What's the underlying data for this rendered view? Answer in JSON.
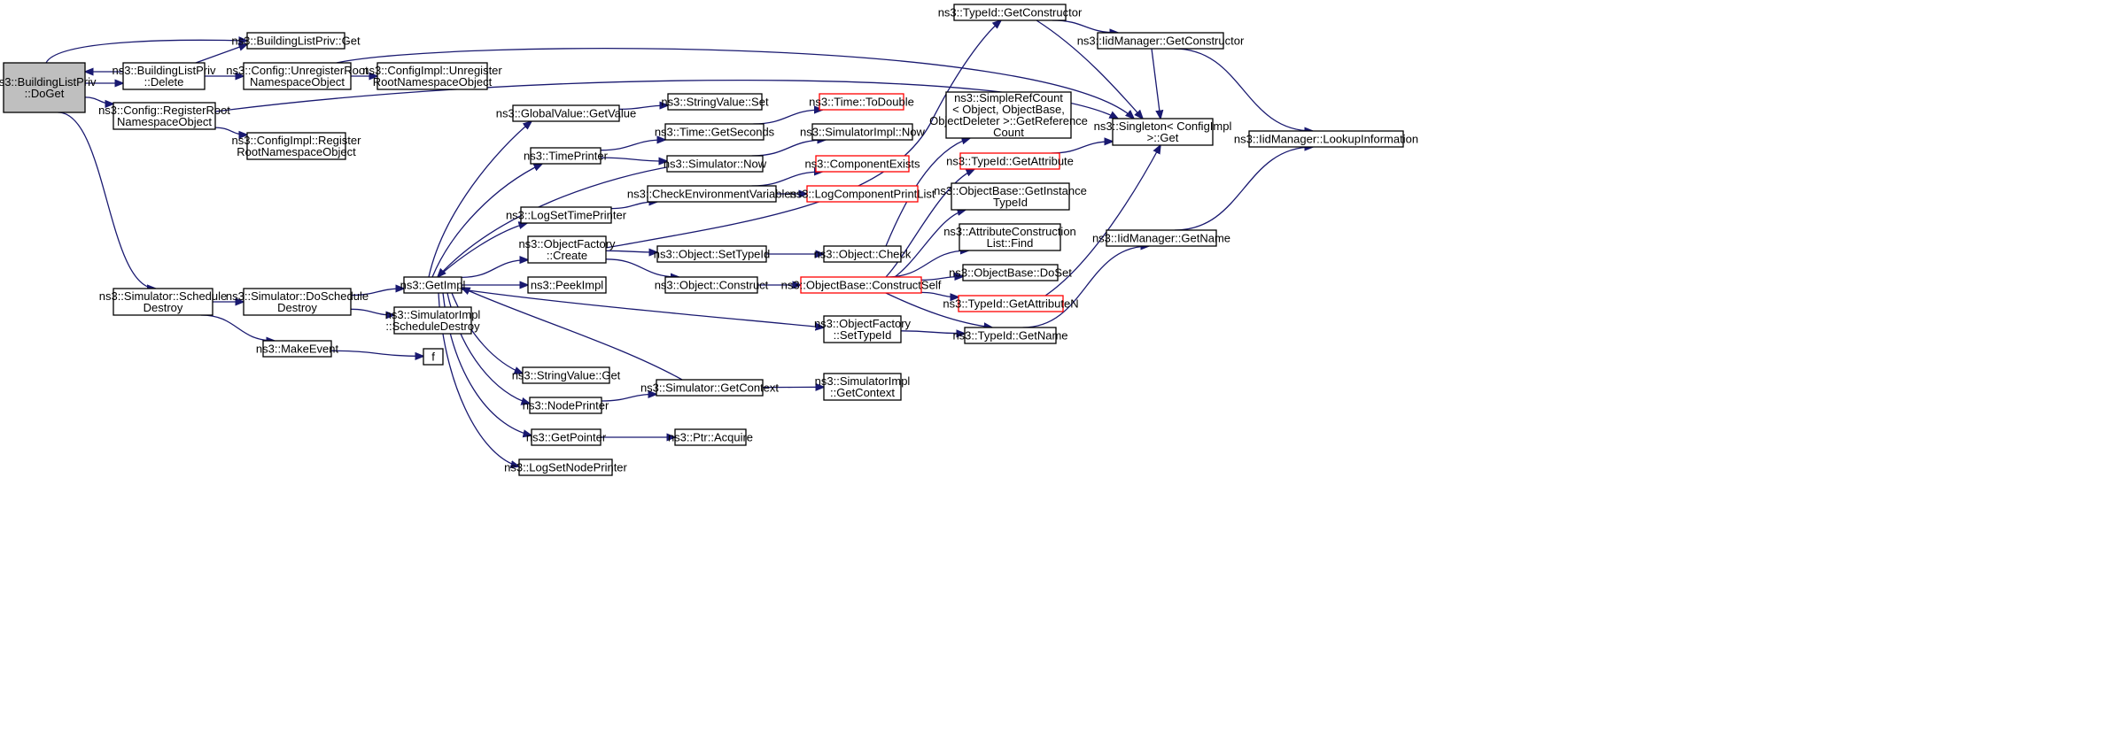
{
  "colors": {
    "edge": "#191970",
    "node_border": "#000000",
    "incomplete_border": "#ff0000",
    "root_fill": "#bfbfbf"
  },
  "nodes": {
    "n1": {
      "lines": [
        "ns3::BuildingListPriv",
        "::DoGet"
      ],
      "kind": "root"
    },
    "n2": {
      "lines": [
        "ns3::BuildingListPriv::Get"
      ]
    },
    "n3": {
      "lines": [
        "ns3::BuildingListPriv",
        "::Delete"
      ]
    },
    "n4": {
      "lines": [
        "ns3::Config::UnregisterRoot",
        "NamespaceObject"
      ]
    },
    "n5": {
      "lines": [
        "ns3::ConfigImpl::Unregister",
        "RootNamespaceObject"
      ]
    },
    "n6": {
      "lines": [
        "ns3::Config::RegisterRoot",
        "NamespaceObject"
      ]
    },
    "n7": {
      "lines": [
        "ns3::ConfigImpl::Register",
        "RootNamespaceObject"
      ]
    },
    "n8": {
      "lines": [
        "ns3::Simulator::Schedule",
        "Destroy"
      ]
    },
    "n9": {
      "lines": [
        "ns3::Simulator::DoSchedule",
        "Destroy"
      ]
    },
    "n10": {
      "lines": [
        "ns3::MakeEvent"
      ]
    },
    "n11": {
      "lines": [
        "ns3::GetImpl"
      ]
    },
    "n12": {
      "lines": [
        "ns3::SimulatorImpl",
        "::ScheduleDestroy"
      ]
    },
    "n13": {
      "lines": [
        "f"
      ]
    },
    "n14": {
      "lines": [
        "ns3::GlobalValue::GetValue"
      ]
    },
    "n15": {
      "lines": [
        "ns3::StringValue::Set"
      ]
    },
    "n16": {
      "lines": [
        "ns3::TimePrinter"
      ]
    },
    "n17": {
      "lines": [
        "ns3::Time::GetSeconds"
      ]
    },
    "n18": {
      "lines": [
        "ns3::Time::ToDouble"
      ],
      "kind": "red"
    },
    "n19": {
      "lines": [
        "ns3::Simulator::Now"
      ]
    },
    "n20": {
      "lines": [
        "ns3::SimulatorImpl::Now"
      ]
    },
    "n21": {
      "lines": [
        "ns3::LogSetTimePrinter"
      ]
    },
    "n22": {
      "lines": [
        "ns3::CheckEnvironmentVariables"
      ]
    },
    "n23": {
      "lines": [
        "ns3::ComponentExists"
      ],
      "kind": "red"
    },
    "n24": {
      "lines": [
        "ns3::LogComponentPrintList"
      ],
      "kind": "red"
    },
    "n25": {
      "lines": [
        "ns3::ObjectFactory",
        "::Create"
      ]
    },
    "n26": {
      "lines": [
        "ns3::Object::SetTypeId"
      ]
    },
    "n27": {
      "lines": [
        "ns3::Object::Check"
      ]
    },
    "n28": {
      "lines": [
        "ns3::Object::Construct"
      ]
    },
    "n29": {
      "lines": [
        "ns3::ObjectBase::ConstructSelf"
      ],
      "kind": "red"
    },
    "n30": {
      "lines": [
        "ns3::PeekImpl"
      ]
    },
    "n31": {
      "lines": [
        "ns3::ObjectFactory",
        "::SetTypeId"
      ]
    },
    "n32": {
      "lines": [
        "ns3::StringValue::Get"
      ]
    },
    "n33": {
      "lines": [
        "ns3::NodePrinter"
      ]
    },
    "n34": {
      "lines": [
        "ns3::Simulator::GetContext"
      ]
    },
    "n35": {
      "lines": [
        "ns3::SimulatorImpl",
        "::GetContext"
      ]
    },
    "n36": {
      "lines": [
        "ns3::GetPointer"
      ]
    },
    "n37": {
      "lines": [
        "ns3::Ptr::Acquire"
      ]
    },
    "n38": {
      "lines": [
        "ns3::LogSetNodePrinter"
      ]
    },
    "n39": {
      "lines": [
        "ns3::TypeId::GetConstructor"
      ]
    },
    "n40": {
      "lines": [
        "ns3::IidManager::GetConstructor"
      ]
    },
    "n41": {
      "lines": [
        "ns3::SimpleRefCount",
        "< Object, ObjectBase,",
        "ObjectDeleter >::GetReference",
        "Count"
      ]
    },
    "n42": {
      "lines": [
        "ns3::Singleton< ConfigImpl",
        " >::Get"
      ]
    },
    "n43": {
      "lines": [
        "ns3::IidManager::LookupInformation"
      ]
    },
    "n44": {
      "lines": [
        "ns3::TypeId::GetAttribute"
      ],
      "kind": "red"
    },
    "n45": {
      "lines": [
        "ns3::ObjectBase::GetInstance",
        "TypeId"
      ]
    },
    "n46": {
      "lines": [
        "ns3::AttributeConstruction",
        "List::Find"
      ]
    },
    "n47": {
      "lines": [
        "ns3::IidManager::GetName"
      ]
    },
    "n48": {
      "lines": [
        "ns3::ObjectBase::DoSet"
      ]
    },
    "n49": {
      "lines": [
        "ns3::TypeId::GetAttributeN"
      ],
      "kind": "red"
    },
    "n50": {
      "lines": [
        "ns3::TypeId::GetName"
      ]
    }
  },
  "edges": [
    [
      "n1",
      "n2"
    ],
    [
      "n1",
      "n3"
    ],
    [
      "n1",
      "n6"
    ],
    [
      "n1",
      "n8"
    ],
    [
      "n3",
      "n1"
    ],
    [
      "n3",
      "n2"
    ],
    [
      "n3",
      "n4"
    ],
    [
      "n4",
      "n5"
    ],
    [
      "n4",
      "n42"
    ],
    [
      "n6",
      "n7"
    ],
    [
      "n6",
      "n42"
    ],
    [
      "n8",
      "n9"
    ],
    [
      "n8",
      "n10"
    ],
    [
      "n9",
      "n11"
    ],
    [
      "n9",
      "n12"
    ],
    [
      "n10",
      "n13"
    ],
    [
      "n11",
      "n14"
    ],
    [
      "n11",
      "n16"
    ],
    [
      "n11",
      "n21"
    ],
    [
      "n11",
      "n25"
    ],
    [
      "n11",
      "n30"
    ],
    [
      "n11",
      "n31"
    ],
    [
      "n11",
      "n32"
    ],
    [
      "n11",
      "n33"
    ],
    [
      "n11",
      "n36"
    ],
    [
      "n11",
      "n38"
    ],
    [
      "n14",
      "n15"
    ],
    [
      "n16",
      "n17"
    ],
    [
      "n16",
      "n19"
    ],
    [
      "n17",
      "n18"
    ],
    [
      "n19",
      "n20"
    ],
    [
      "n19",
      "n11"
    ],
    [
      "n21",
      "n22"
    ],
    [
      "n22",
      "n23"
    ],
    [
      "n22",
      "n24"
    ],
    [
      "n25",
      "n26"
    ],
    [
      "n25",
      "n28"
    ],
    [
      "n25",
      "n39"
    ],
    [
      "n26",
      "n27"
    ],
    [
      "n27",
      "n41"
    ],
    [
      "n28",
      "n29"
    ],
    [
      "n29",
      "n44"
    ],
    [
      "n29",
      "n45"
    ],
    [
      "n29",
      "n46"
    ],
    [
      "n29",
      "n48"
    ],
    [
      "n29",
      "n49"
    ],
    [
      "n29",
      "n50"
    ],
    [
      "n31",
      "n50"
    ],
    [
      "n33",
      "n34"
    ],
    [
      "n34",
      "n35"
    ],
    [
      "n34",
      "n11"
    ],
    [
      "n36",
      "n37"
    ],
    [
      "n39",
      "n40"
    ],
    [
      "n39",
      "n42"
    ],
    [
      "n40",
      "n42"
    ],
    [
      "n40",
      "n43"
    ],
    [
      "n44",
      "n42"
    ],
    [
      "n47",
      "n43"
    ],
    [
      "n49",
      "n42"
    ],
    [
      "n50",
      "n47"
    ]
  ]
}
